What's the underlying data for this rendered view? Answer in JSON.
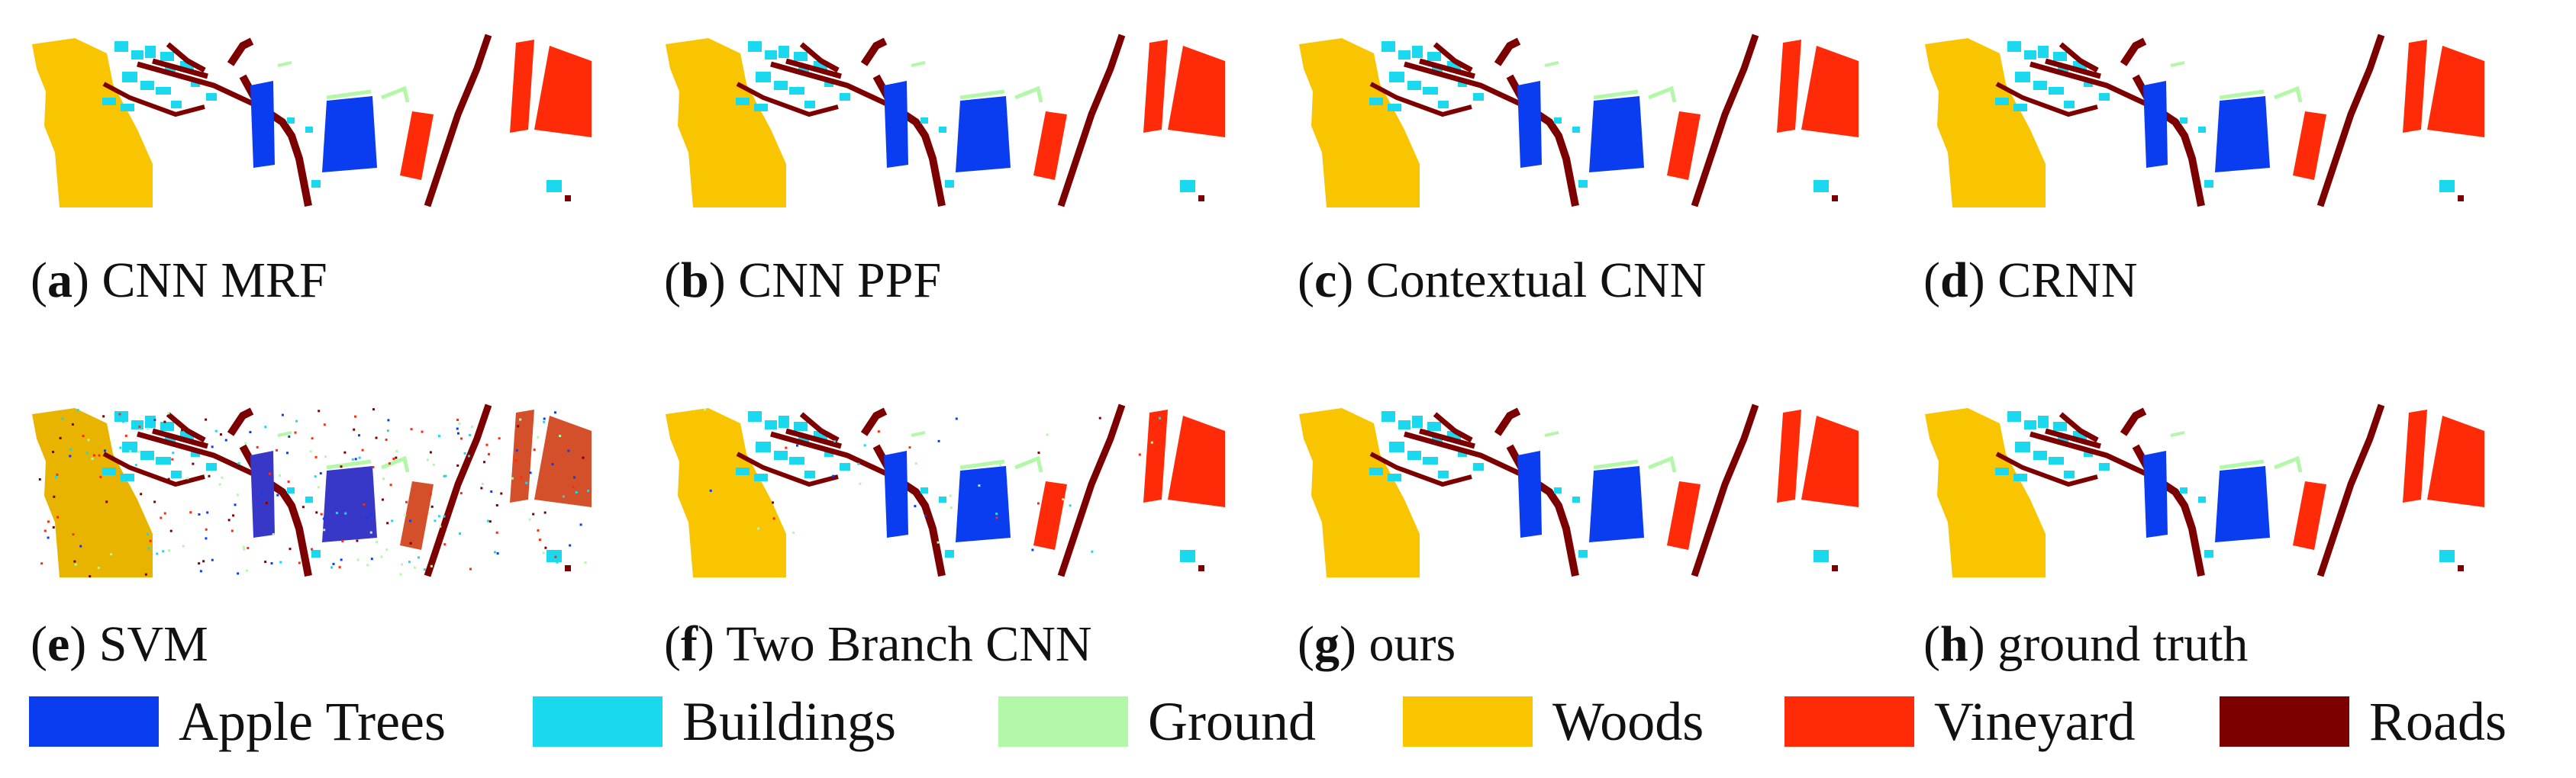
{
  "colors": {
    "apple_trees": "#0a3df0",
    "buildings": "#1ad8ee",
    "ground": "#b3f8a8",
    "woods": "#f9c400",
    "vineyard": "#ff2a08",
    "roads": "#7d0000"
  },
  "panels": [
    {
      "letter": "a",
      "method": "CNN MRF",
      "variant": "clean"
    },
    {
      "letter": "b",
      "method": "CNN PPF",
      "variant": "clean"
    },
    {
      "letter": "c",
      "method": "Contextual CNN",
      "variant": "clean"
    },
    {
      "letter": "d",
      "method": "CRNN",
      "variant": "clean"
    },
    {
      "letter": "e",
      "method": "SVM",
      "variant": "noisy"
    },
    {
      "letter": "f",
      "method": "Two Branch CNN",
      "variant": "light"
    },
    {
      "letter": "g",
      "method": "ours",
      "variant": "clean"
    },
    {
      "letter": "h",
      "method": "ground truth",
      "variant": "truth"
    }
  ],
  "legend": [
    {
      "label": "Apple Trees",
      "color": "#0a3df0"
    },
    {
      "label": "Buildings",
      "color": "#1ad8ee"
    },
    {
      "label": "Ground",
      "color": "#b3f8a8"
    },
    {
      "label": "Woods",
      "color": "#f9c400"
    },
    {
      "label": "Vineyard",
      "color": "#ff2a08"
    },
    {
      "label": "Roads",
      "color": "#7d0000"
    }
  ]
}
